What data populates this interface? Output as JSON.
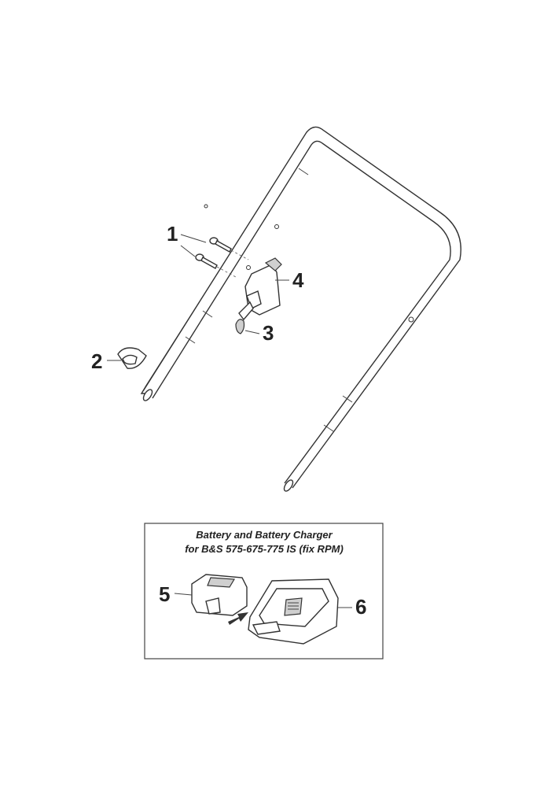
{
  "callouts": [
    {
      "id": "1",
      "label": "1"
    },
    {
      "id": "2",
      "label": "2"
    },
    {
      "id": "3",
      "label": "3"
    },
    {
      "id": "4",
      "label": "4"
    },
    {
      "id": "5",
      "label": "5"
    },
    {
      "id": "6",
      "label": "6"
    }
  ],
  "battery_box": {
    "title_line1": "Battery and Battery Charger",
    "title_line2": "for B&S 575-675-775 IS (fix RPM)"
  },
  "colors": {
    "line": "#333333",
    "background": "#ffffff",
    "accent_fill": "#cfcfcf"
  }
}
